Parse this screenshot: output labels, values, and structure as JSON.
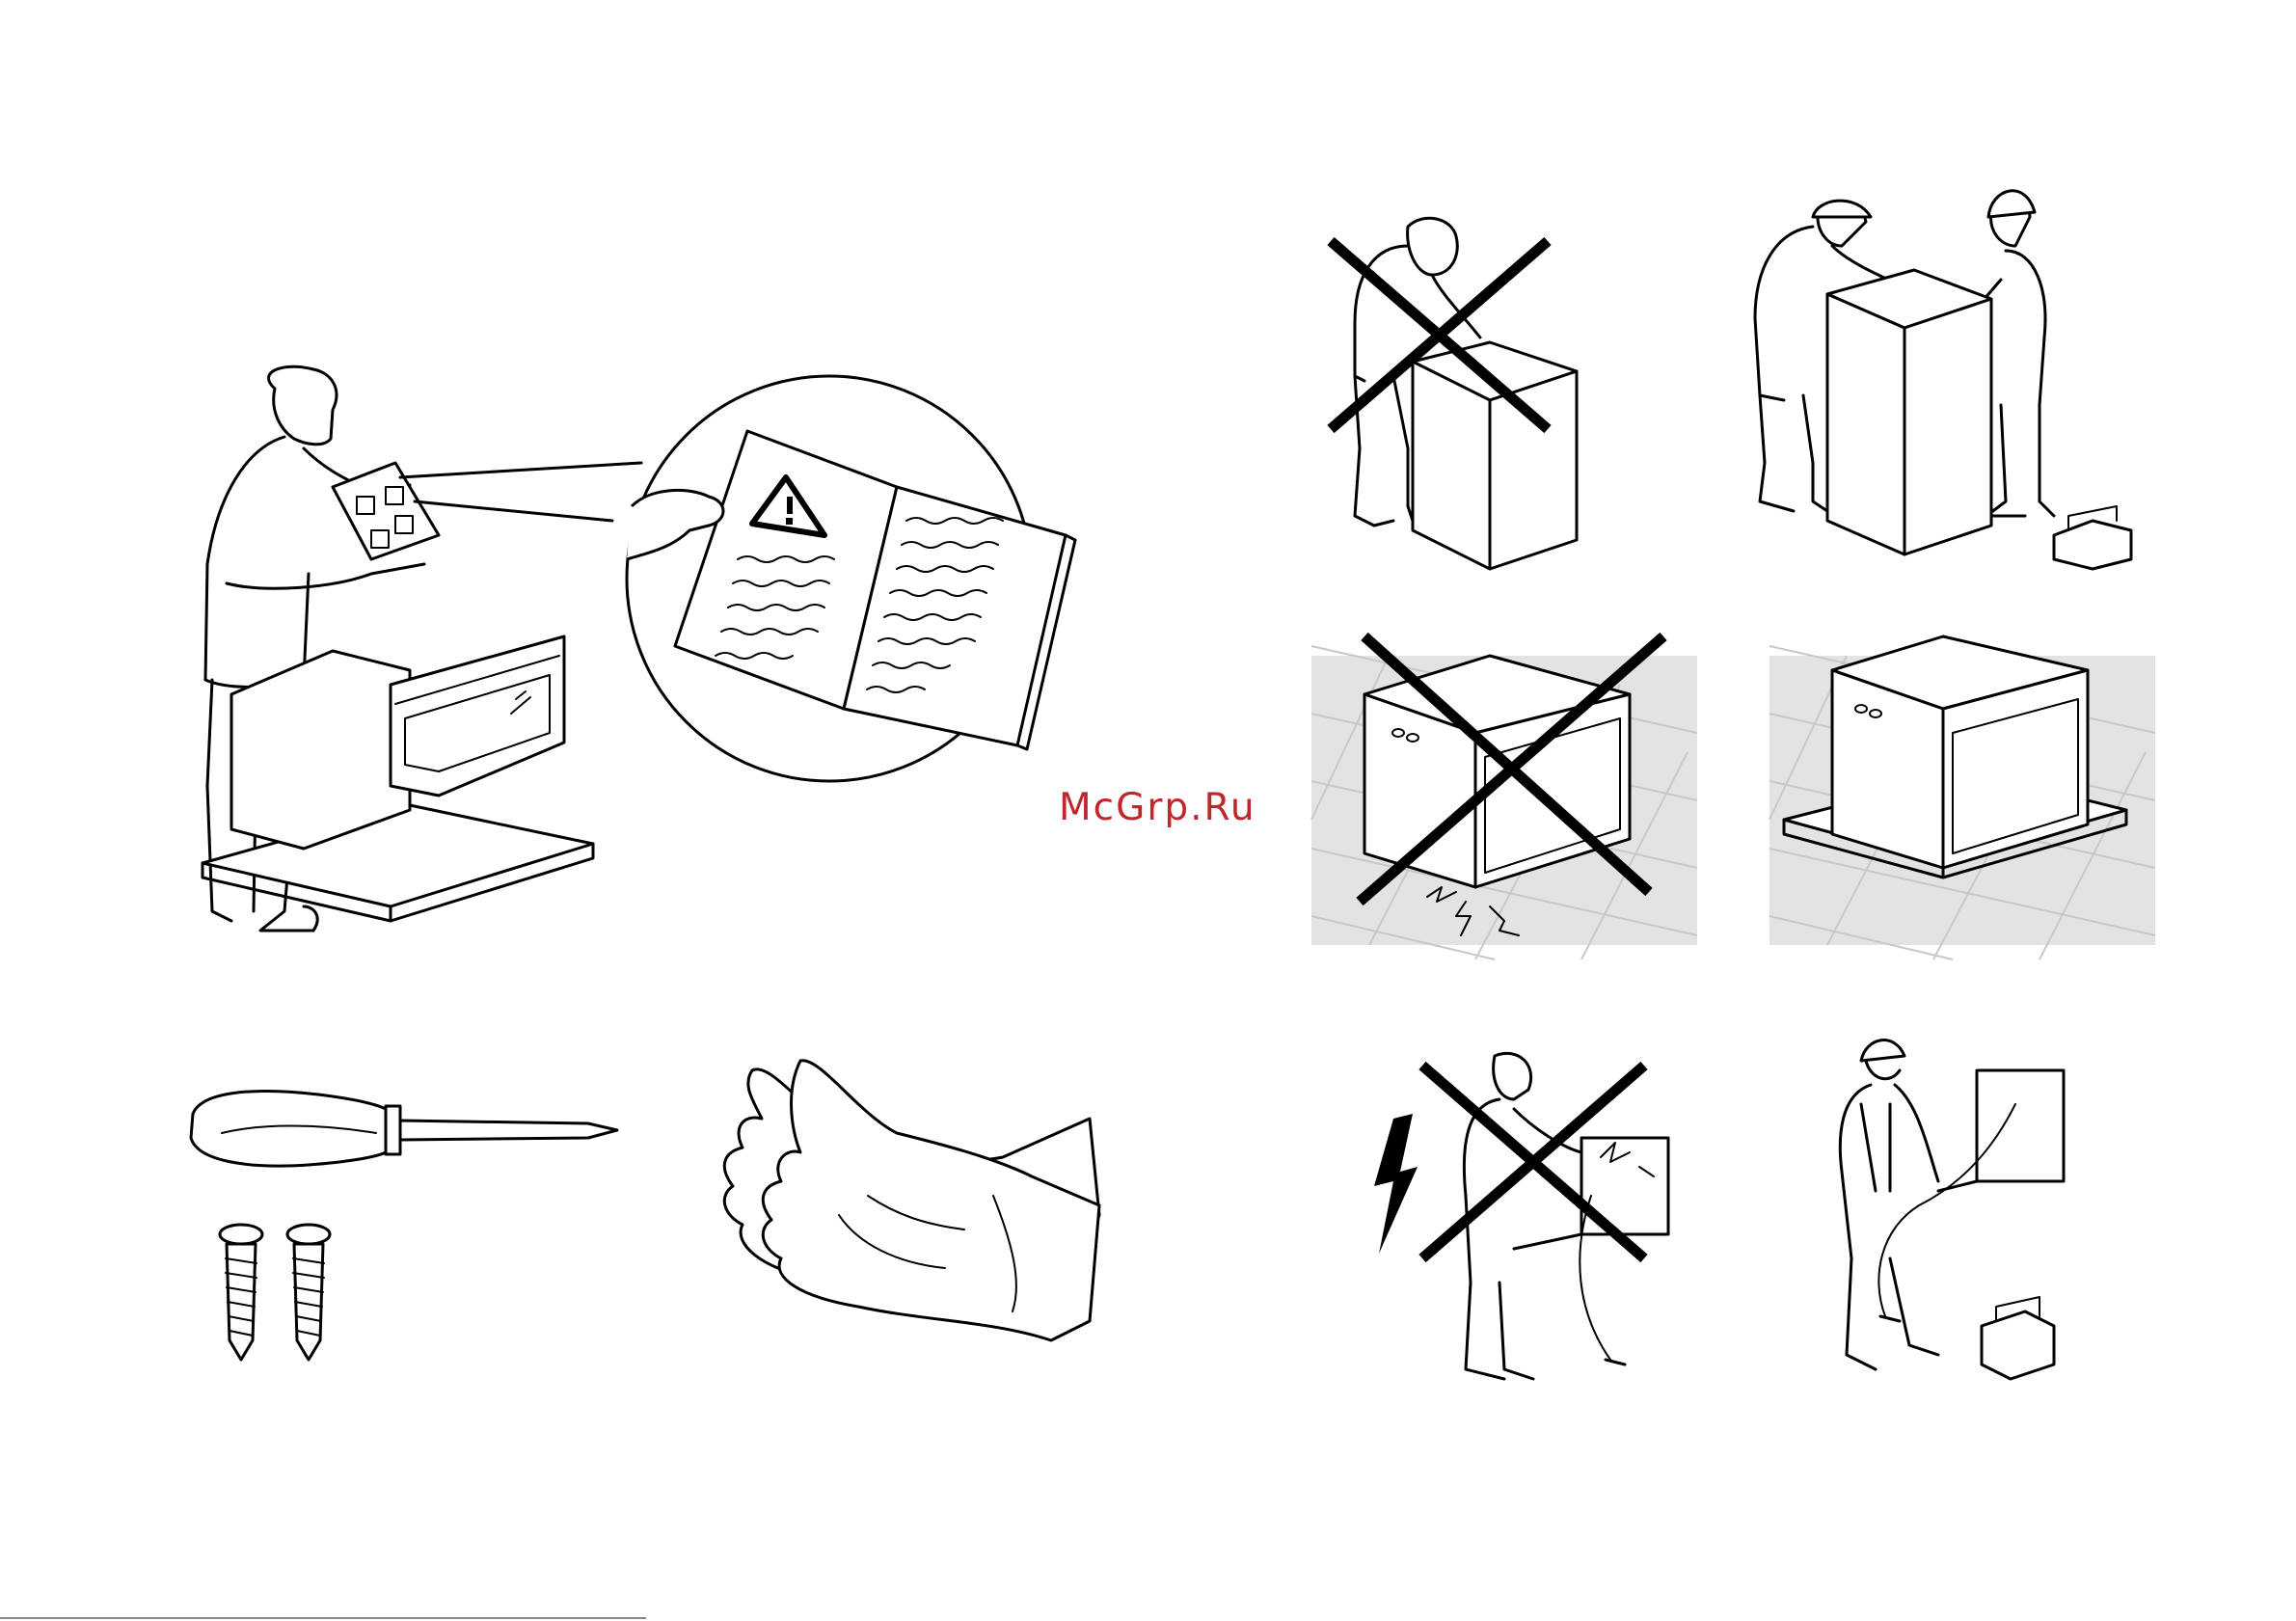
{
  "watermark": {
    "text": "McGrp.Ru",
    "color": "#c0272d"
  },
  "panels": [
    {
      "id": "read-manual",
      "icons": [
        "person-icon",
        "manual-icon",
        "warning-triangle-icon",
        "oven-icon"
      ]
    },
    {
      "id": "tools",
      "icons": [
        "screwdriver-icon",
        "screw-icon",
        "screw-icon"
      ]
    },
    {
      "id": "gloves",
      "icons": [
        "gloves-icon"
      ]
    },
    {
      "id": "lift-alone",
      "prohibited": true,
      "icons": [
        "person-icon",
        "box-icon",
        "prohibited-cross-icon"
      ]
    },
    {
      "id": "lift-two-people",
      "prohibited": false,
      "icons": [
        "worker-icon",
        "worker-icon",
        "box-icon",
        "toolbox-icon"
      ]
    },
    {
      "id": "oven-on-floor",
      "prohibited": true,
      "icons": [
        "oven-icon",
        "damage-lines-icon",
        "prohibited-cross-icon"
      ]
    },
    {
      "id": "oven-on-pad",
      "prohibited": false,
      "icons": [
        "oven-icon",
        "protective-pad-icon"
      ]
    },
    {
      "id": "electric-untrained",
      "prohibited": true,
      "icons": [
        "lightning-icon",
        "person-icon",
        "electrical-box-icon",
        "prohibited-cross-icon"
      ]
    },
    {
      "id": "electric-professional",
      "prohibited": false,
      "icons": [
        "electrician-icon",
        "electrical-box-icon",
        "toolbox-icon"
      ]
    }
  ]
}
